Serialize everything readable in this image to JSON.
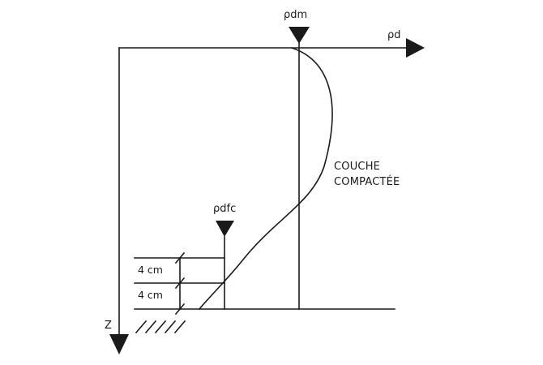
{
  "diagram": {
    "labels": {
      "rho_d_axis": "ρd",
      "rho_dm": "ρdm",
      "rho_dfc": "ρdfc",
      "z_axis": "Z"
    },
    "layer_name": [
      "COUCHE",
      "COMPACTÉE"
    ],
    "dimensions": [
      "4 cm",
      "4 cm"
    ],
    "colors": {
      "ink": "#1a1a1a",
      "background": "#ffffff"
    }
  }
}
